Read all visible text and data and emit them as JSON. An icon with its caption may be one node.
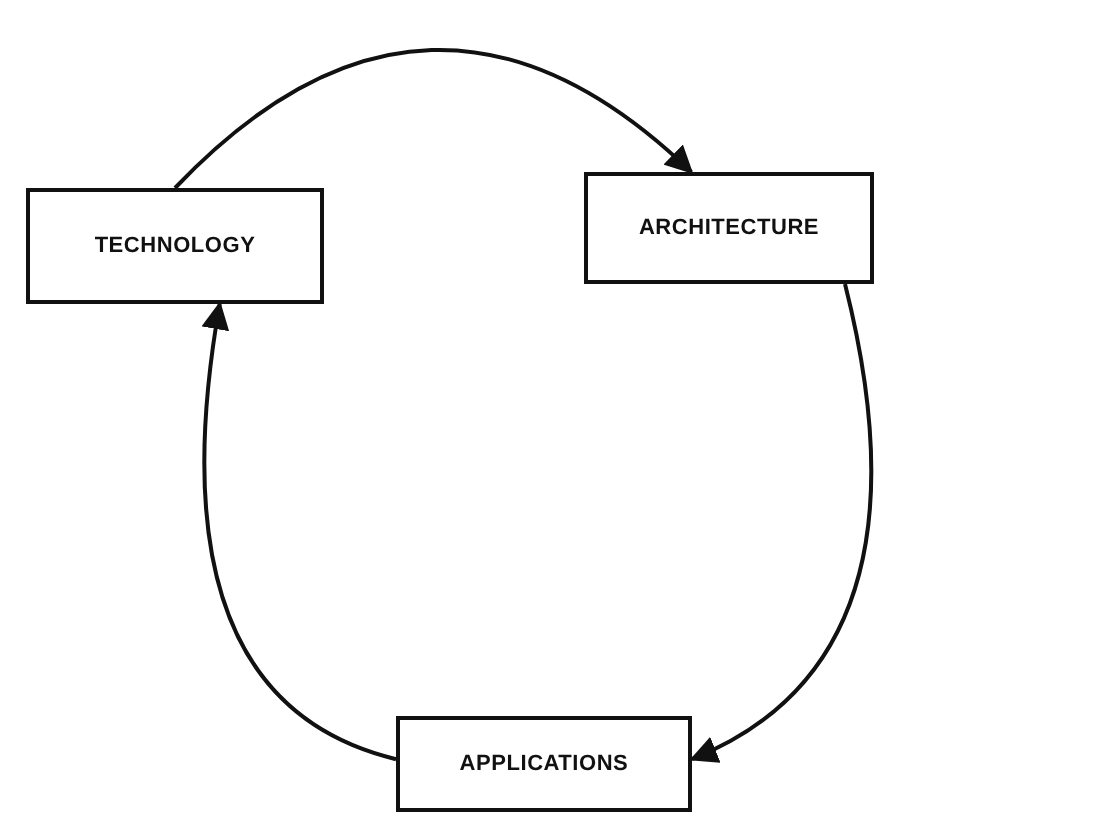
{
  "diagram": {
    "nodes": [
      {
        "text": [
          "TECHNOLOGY"
        ]
      },
      {
        "text": [
          "ARCHITECTURE"
        ]
      },
      {
        "text": [
          "APPLICATIONS"
        ]
      }
    ],
    "edges": [
      {
        "from": 0,
        "to": 1,
        "arrow": "to"
      },
      {
        "from": 1,
        "to": 2,
        "arrow": "to"
      },
      {
        "from": 2,
        "to": 0,
        "arrow": "to"
      }
    ]
  }
}
